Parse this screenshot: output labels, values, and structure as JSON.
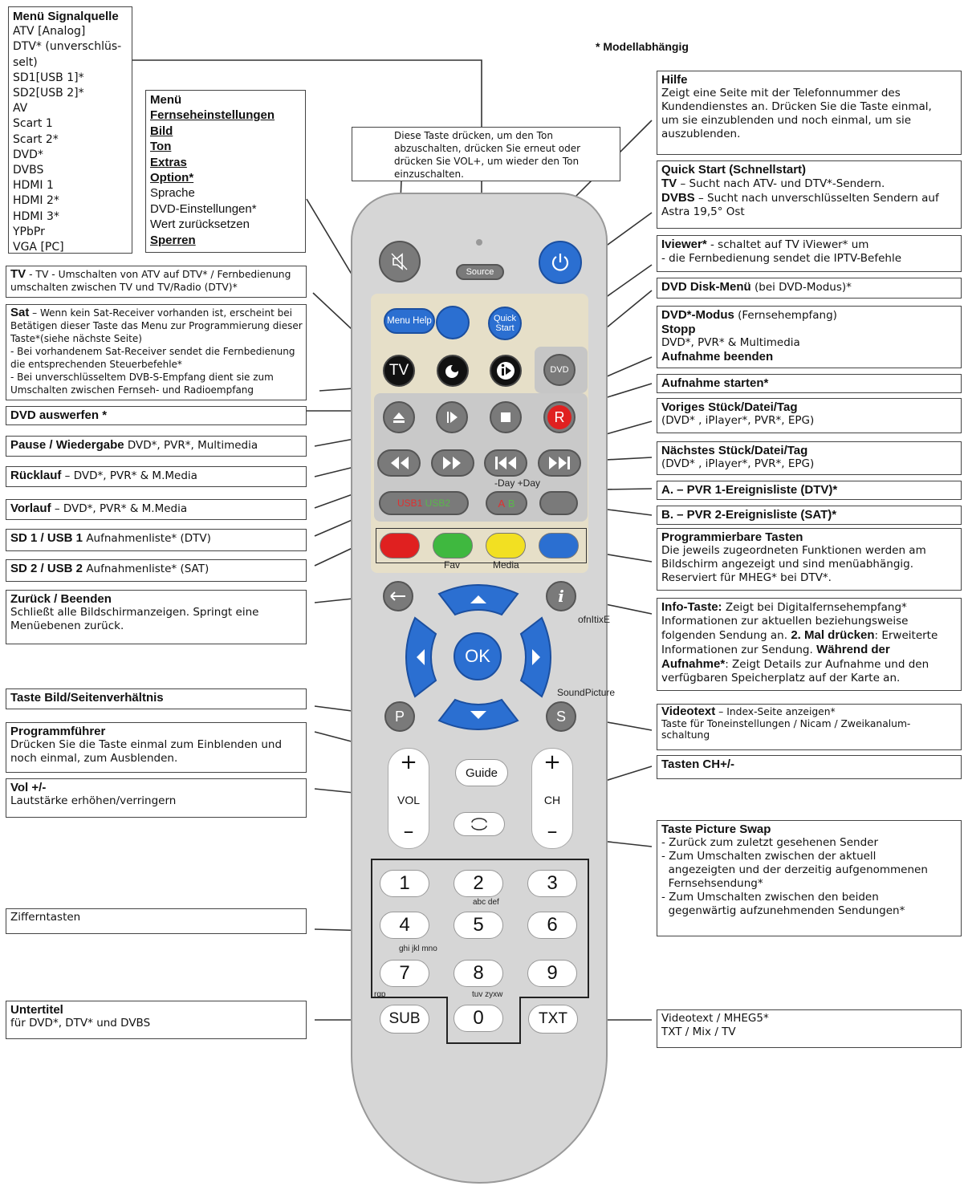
{
  "header": {
    "note": "* Modellabhängig"
  },
  "signal_menu": {
    "title": "Menü Signalquelle",
    "items": [
      "ATV [Analog]",
      "DTV* (unverschlüs-",
      "selt)",
      "SD1[USB 1]*",
      "SD2[USB 2]*",
      "AV",
      "Scart 1",
      "Scart 2*",
      "DVD*",
      "DVBS",
      "HDMI 1",
      "HDMI 2*",
      "HDMI 3*",
      "YPbPr",
      "VGA [PC]"
    ]
  },
  "menu_box": {
    "title": "Menü",
    "items": [
      "Fernseheinstellungen",
      "Bild",
      "Ton",
      "Extras ",
      "Option*"
    ],
    "plain_items": [
      "Sprache",
      "DVD-Einstellungen*",
      "Wert zurücksetzen"
    ],
    "last": "Sperren"
  },
  "mute_note": {
    "lines": [
      "Diese Taste drücken, um den Ton",
      "abzuschalten, drücken Sie erneut oder",
      "drücken Sie VOL+, um wieder den Ton",
      "einzuschalten."
    ]
  },
  "left": {
    "tv": {
      "title": "TV",
      "text": " - TV - Umschalten von ATV auf DTV* / Fernbedienung",
      "line2": "umschalten zwischen TV und TV/Radio (DTV)*"
    },
    "sat": {
      "title": "Sat",
      "lines": [
        " – Wenn kein Sat-Receiver vorhanden ist, erscheint bei",
        "Betätigen dieser Taste das Menu zur Programmierung dieser",
        "Taste*(siehe nächste Seite)",
        "- Bei vorhandenem Sat-Receiver sendet die Fernbedienung",
        "die entsprechenden Steuerbefehle*",
        "- Bei unverschlüsseltem DVB-S-Empfang dient sie zum",
        "Umschalten zwischen Fernseh- und Radioempfang"
      ]
    },
    "dvd_eject": {
      "title": "DVD auswerfen *"
    },
    "pause": {
      "title": "Pause / Wiedergabe",
      "text": " DVD*, PVR*, Multimedia"
    },
    "rewind": {
      "title": "Rücklauf",
      "text": " – DVD*, PVR* & M.Media"
    },
    "forward": {
      "title": "Vorlauf",
      "text": " – DVD*, PVR* & M.Media"
    },
    "sd1": {
      "title": "SD 1 / USB 1",
      "text": " Aufnahmenliste* (DTV)"
    },
    "sd2": {
      "title": "SD 2 / USB 2",
      "text": " Aufnahmenliste* (SAT)"
    },
    "back": {
      "title": "Zurück / Beenden",
      "lines": [
        "Schließt alle Bildschirmanzeigen. Springt eine",
        "Menüebenen zurück."
      ]
    },
    "picture": {
      "title": "Taste Bild/Seitenverhältnis"
    },
    "guide": {
      "title": "Programmführer",
      "lines": [
        "Drücken Sie die Taste einmal zum Einblenden und",
        "noch einmal, zum Ausblenden."
      ]
    },
    "vol": {
      "title": "Vol +/-",
      "lines": [
        "Lautstärke erhöhen/verringern"
      ]
    },
    "digits": {
      "title": "Zifferntasten"
    },
    "subtitle": {
      "title": "Untertitel",
      "lines": [
        "für DVD*, DTV* und DVBS"
      ]
    }
  },
  "right": {
    "help": {
      "title": "Hilfe",
      "lines": [
        "Zeigt eine Seite mit der Telefonnummer des",
        "Kundendienstes an. Drücken Sie die Taste einmal,",
        "um sie einzublenden und noch einmal, um sie",
        "auszublenden."
      ]
    },
    "quick": {
      "title": "Quick Start (Schnellstart)",
      "l1b": "TV",
      "l1": " – Sucht nach ATV- und DTV*-Sendern.",
      "l2b": "DVBS",
      "l2": " – Sucht nach unverschlüsselten Sendern auf",
      "l3": "Astra 19,5° Ost"
    },
    "iviewer": {
      "title": "Iviewer*",
      "text": " - schaltet auf TV iViewer* um",
      "line2": "- die Fernbedienung sendet die IPTV-Befehle"
    },
    "dvd_menu": {
      "title": "DVD Disk-Menü",
      "text": " (bei DVD-Modus)*"
    },
    "dvd_mode": {
      "title": "DVD*-Modus",
      "text": " (Fernsehempfang)",
      "stop": "Stopp",
      "line3": "DVD*, PVR* & Multimedia",
      "end": "Aufnahme beenden"
    },
    "record": {
      "title": "Aufnahme starten*"
    },
    "prev": {
      "title": "Voriges Stück/Datei/Tag",
      "line2": "(DVD* , iPlayer*, PVR*, EPG)"
    },
    "next": {
      "title": "Nächstes Stück/Datei/Tag",
      "line2": "(DVD* , iPlayer*, PVR*, EPG)"
    },
    "a_list": {
      "title": "A. – PVR 1-Ereignisliste (DTV)*"
    },
    "b_list": {
      "title": "B. – PVR 2-Ereignisliste (SAT)*"
    },
    "prog": {
      "title": "Programmierbare Tasten",
      "lines": [
        "Die jeweils zugeordneten Funktionen werden am",
        "Bildschirm angezeigt und sind menüabhängig.",
        "Reserviert für MHEG* bei DTV*."
      ]
    },
    "info": {
      "title": "Info-Taste:",
      "l1": " Zeigt bei Digitalfernsehempfang*",
      "l2": "Informationen zur aktuellen beziehungsweise",
      "l3a": "folgenden Sendung an. ",
      "l3b": "2. Mal drücken",
      "l3c": ": Erweiterte",
      "l4a": "Informationen zur Sendung. ",
      "l4b": "Während der",
      "l5a": "Aufnahme*",
      "l5b": ": Zeigt Details zur Aufnahme und den",
      "l6": "verfügbaren Speicherplatz auf der Karte an."
    },
    "videotext": {
      "title": "Videotext",
      "text": " – Index-Seite anzeigen*",
      "lines": [
        "Taste für Toneinstellungen / Nicam / Zweikanalum-",
        "schaltung"
      ]
    },
    "ch": {
      "title": "Tasten CH+/-"
    },
    "swap": {
      "title": "Taste Picture Swap",
      "lines": [
        "- Zurück zum zuletzt gesehenen Sender",
        "- Zum Umschalten zwischen der aktuell",
        "  angezeigten und der derzeitig aufgenommenen",
        "  Fernsehsendung*",
        "- Zum Umschalten zwischen den beiden",
        "  gegenwärtig aufzunehmenden Sendungen*"
      ]
    },
    "txt": {
      "lines": [
        "Videotext / MHEG5*",
        "TXT / Mix / TV"
      ]
    }
  },
  "remote": {
    "source": "Source",
    "menu": "Menu",
    "help": "Help",
    "quick": "Quick",
    "start": "Start",
    "tv": "TV",
    "dvd": "DVD",
    "rec": "R",
    "day": "-Day +Day",
    "usb1": "USB1",
    "usb2": "USB2",
    "a": "A",
    "b": "B",
    "fav": "Fav",
    "media": "Media",
    "info_lbl": "ofnItixE",
    "ok": "OK",
    "soundpic": "SoundPicture",
    "p": "P",
    "s": "S",
    "guide": "Guide",
    "vol": "VOL",
    "ch": "CH",
    "plus": "+",
    "minus": "–",
    "digits": [
      "1",
      "2",
      "3",
      "4",
      "5",
      "6",
      "7",
      "8",
      "9",
      "0"
    ],
    "abc": "abc def",
    "ghi": "ghi jkl mno",
    "tuv": "tuv zyxw",
    "pqrs": "rqp",
    "sub": "SUB",
    "txt": "TXT",
    "colors": {
      "red": "#e02020",
      "green": "#3fb83f",
      "yellow": "#f2e022",
      "blue": "#2b6fd1",
      "usb1": "#e03030",
      "usb2": "#59b84a"
    }
  }
}
